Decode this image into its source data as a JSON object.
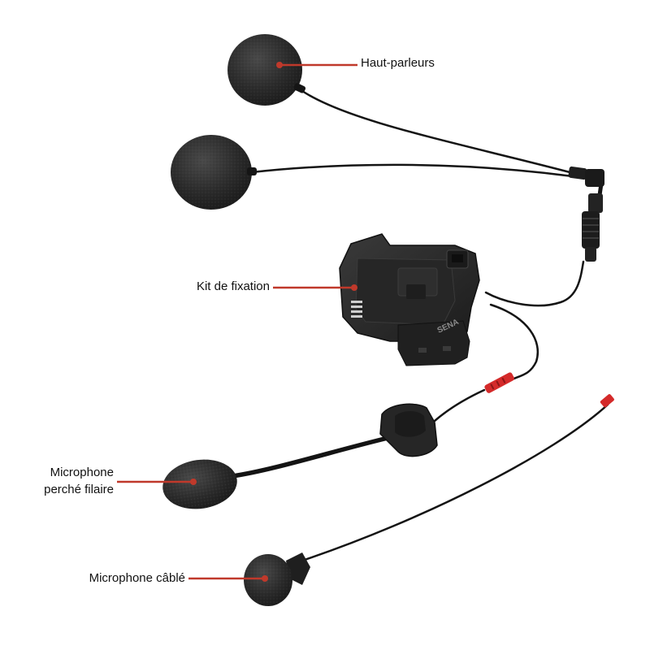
{
  "labels": {
    "speakers": "Haut-parleurs",
    "mount_kit": "Kit de fixation",
    "boom_mic_line1": "Microphone",
    "boom_mic_line2": "perché filaire",
    "wired_mic": "Microphone câblé"
  },
  "brand_mark": "SENA",
  "colors": {
    "leader_line": "#c0392b",
    "foam": "#2b2b2b",
    "cable": "#141414",
    "connector_red": "#d42a2a",
    "plastic": "#2a2a2a",
    "text": "#111111"
  }
}
